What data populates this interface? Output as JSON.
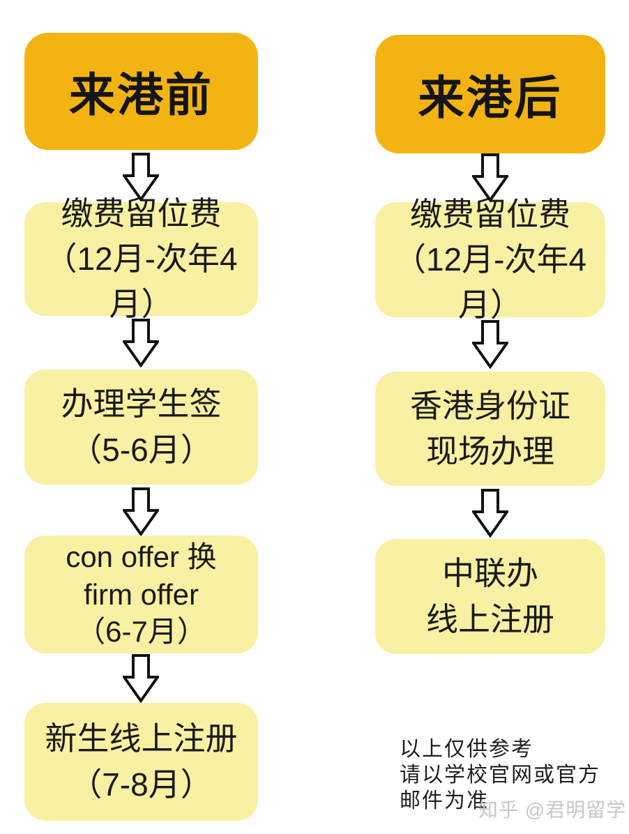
{
  "flow": {
    "left": {
      "header": "来港前",
      "steps": [
        {
          "lines": [
            "缴费留位费",
            "（12月-次年4月）"
          ]
        },
        {
          "lines": [
            "办理学生签",
            "（5-6月）"
          ]
        },
        {
          "lines": [
            "con offer 换",
            "firm offer",
            "（6-7月）"
          ]
        },
        {
          "lines": [
            "新生线上注册",
            "（7-8月）"
          ]
        }
      ]
    },
    "right": {
      "header": "来港后",
      "steps": [
        {
          "lines": [
            "缴费留位费",
            "（12月-次年4月）"
          ]
        },
        {
          "lines": [
            "香港身份证",
            "现场办理"
          ]
        },
        {
          "lines": [
            "中联办",
            "线上注册"
          ]
        }
      ]
    }
  },
  "note": {
    "line1": "以上仅供参考",
    "line2": "请以学校官网或官方",
    "line3": "邮件为准"
  },
  "watermark": {
    "text": "知乎 @君明留学"
  },
  "colors": {
    "header_bg": "#F3B413",
    "step_bg": "#F8F0A2",
    "arrow_outline": "#111111",
    "text": "#1A1A1A",
    "note_text": "#1F1F1F",
    "watermark_text": "#C7C7C7",
    "background": "#FFFFFF"
  }
}
